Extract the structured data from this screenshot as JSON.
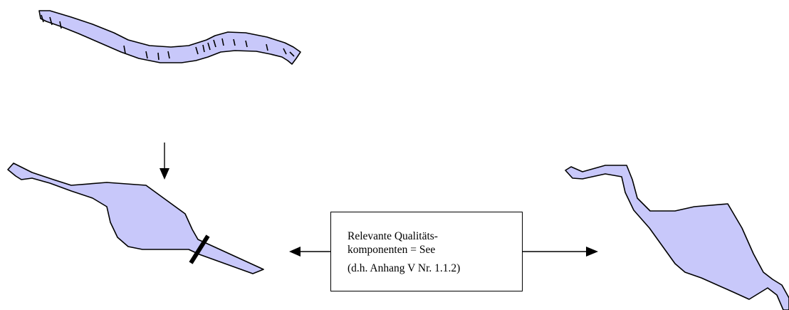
{
  "box": {
    "line1": "Relevante Qualitäts-",
    "line2": "komponenten  = See",
    "line3": "(d.h. Anhang V Nr. 1.1.2)"
  },
  "colors": {
    "water_fill": "#c8c8fa",
    "outline": "#000000"
  },
  "icons": {
    "down_arrow": "arrow-down-icon",
    "left_arrow": "arrow-left-icon",
    "right_arrow": "arrow-right-icon",
    "dam": "dam-bar-icon"
  }
}
